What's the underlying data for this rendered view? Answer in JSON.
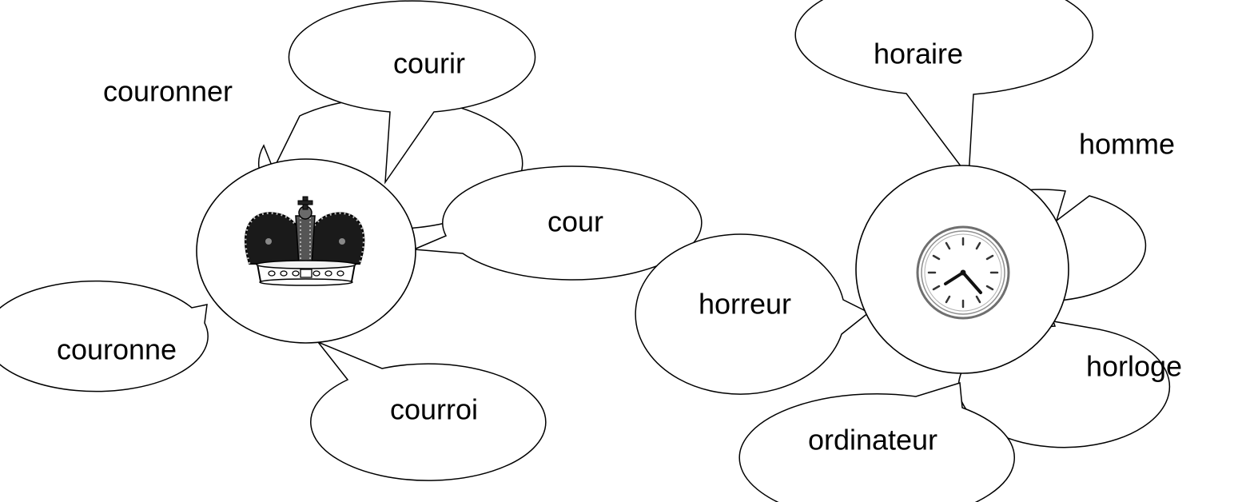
{
  "left_cluster": {
    "center_icon": "crown-icon",
    "words": [
      "couronner",
      "courir",
      "couronne",
      "courroi",
      "cour"
    ]
  },
  "right_cluster": {
    "center_icon": "clock-icon",
    "words": [
      "horaire",
      "homme",
      "horreur",
      "horloge",
      "ordinateur"
    ]
  },
  "colors": {
    "stroke": "#000000",
    "fill": "#ffffff"
  }
}
